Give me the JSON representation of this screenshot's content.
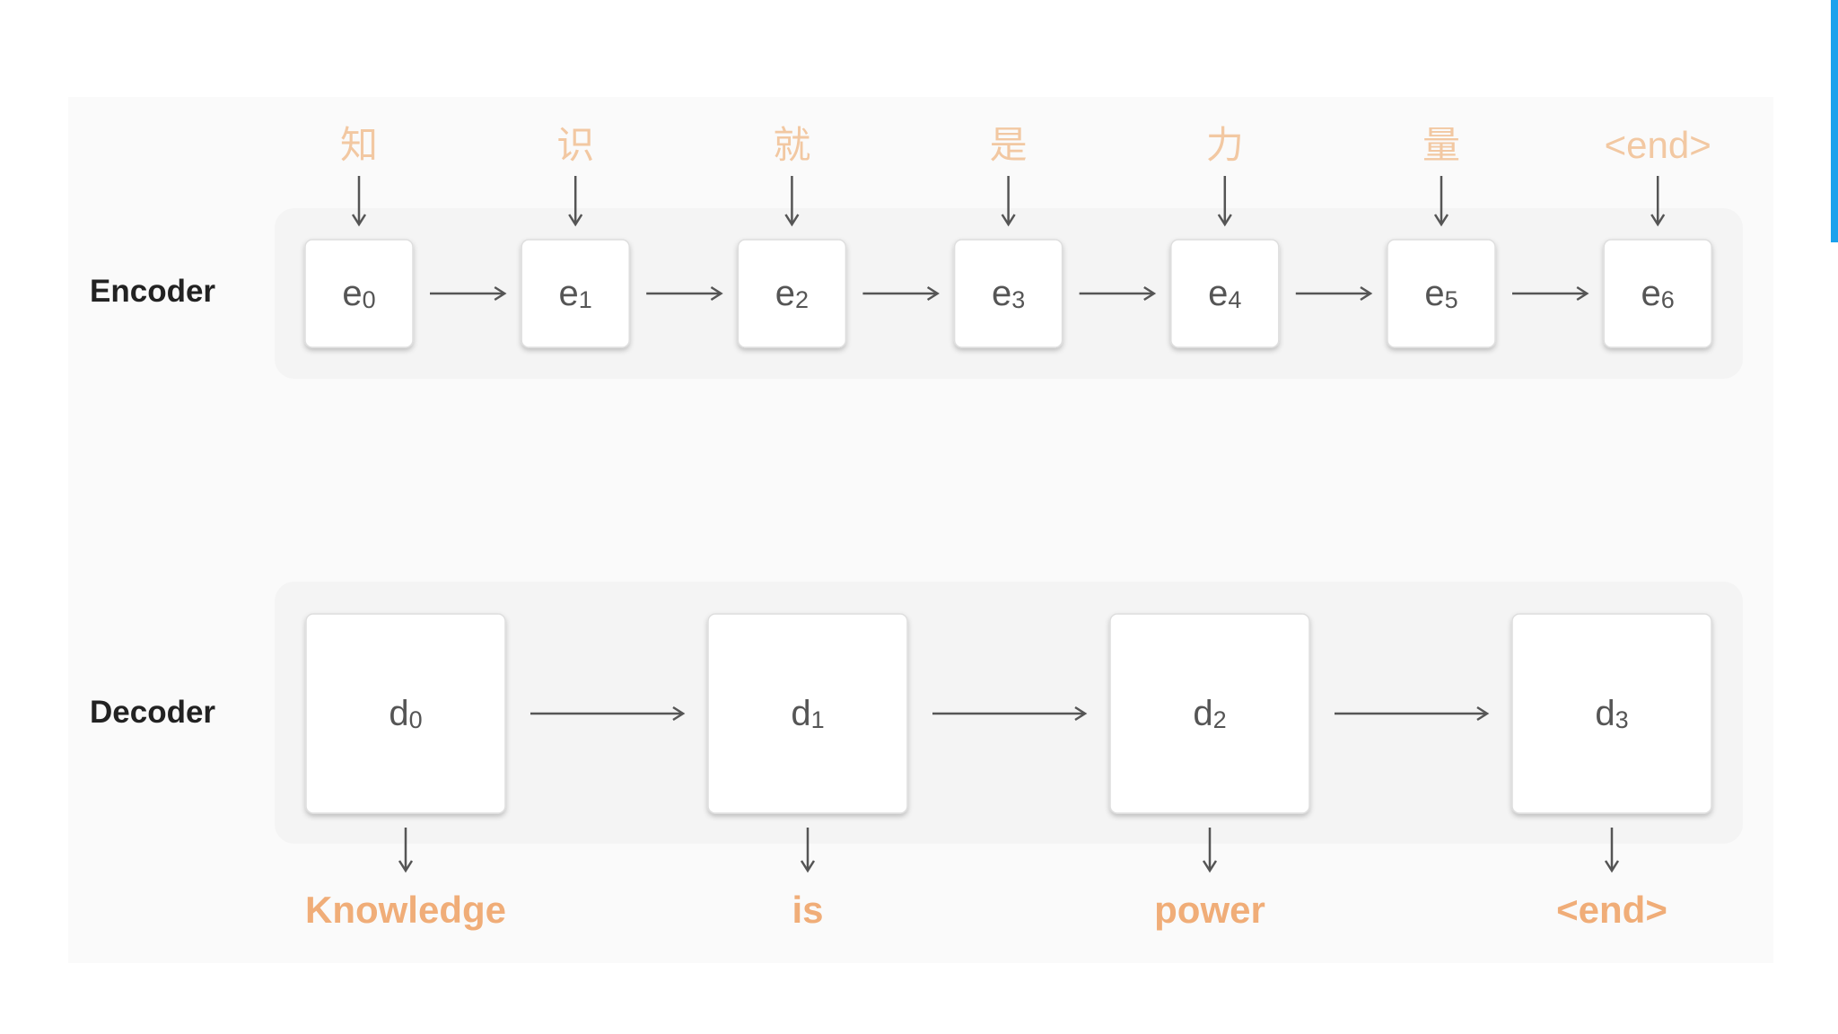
{
  "colors": {
    "encoder_input_text": "#f2c8a2",
    "decoder_output_text": "#f0ad78",
    "cell_text": "#555555",
    "arrow": "#555555",
    "label_text": "#222222",
    "panel_bg": "#f4f4f4",
    "outer_bg": "#fafafa",
    "accent_bar": "#1aa1ec"
  },
  "encoder": {
    "label": "Encoder",
    "inputs": [
      "知",
      "识",
      "就",
      "是",
      "力",
      "量",
      "<end>"
    ],
    "cells": [
      {
        "base": "e",
        "sub": "0"
      },
      {
        "base": "e",
        "sub": "1"
      },
      {
        "base": "e",
        "sub": "2"
      },
      {
        "base": "e",
        "sub": "3"
      },
      {
        "base": "e",
        "sub": "4"
      },
      {
        "base": "e",
        "sub": "5"
      },
      {
        "base": "e",
        "sub": "6"
      }
    ]
  },
  "decoder": {
    "label": "Decoder",
    "cells": [
      {
        "base": "d",
        "sub": "0"
      },
      {
        "base": "d",
        "sub": "1"
      },
      {
        "base": "d",
        "sub": "2"
      },
      {
        "base": "d",
        "sub": "3"
      }
    ],
    "outputs": [
      "Knowledge",
      "is",
      "power",
      "<end>"
    ]
  }
}
